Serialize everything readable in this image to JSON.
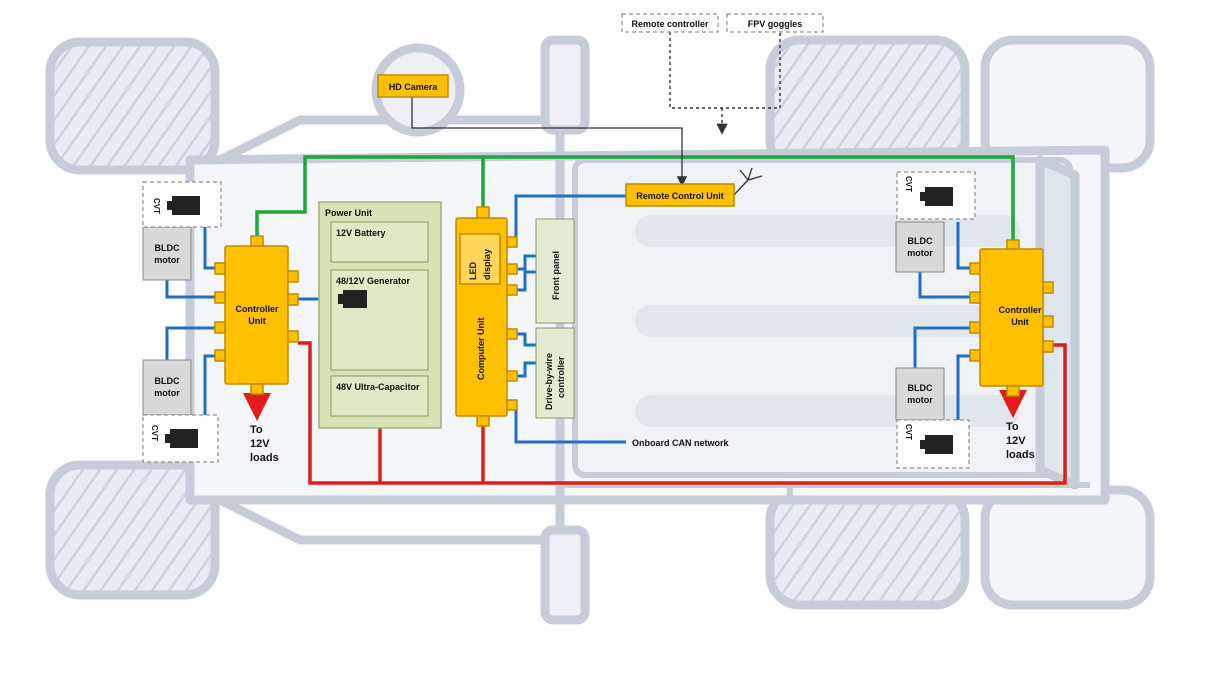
{
  "diagram": {
    "top_devices": {
      "remote_controller": "Remote controller",
      "fpv_goggles": "FPV goggles"
    },
    "hd_camera": "HD Camera",
    "remote_control_unit": "Remote Control Unit",
    "power_unit": {
      "title": "Power Unit",
      "battery": "12V Battery",
      "generator": "48/12V Generator",
      "ultracap": "48V Ultra-Capacitor"
    },
    "computer_unit": "Computer Unit",
    "led_display": [
      "LED",
      "display"
    ],
    "front_panel": "Front panel",
    "drive_by_wire": [
      "Drive-by-wire",
      "controller"
    ],
    "can_network": "Onboard CAN network",
    "controller_unit": [
      "Controller",
      "Unit"
    ],
    "bldc_motor": [
      "BLDC",
      "motor"
    ],
    "cvt": "CVT",
    "loads": [
      "To",
      "12V",
      "loads"
    ]
  },
  "colors": {
    "unit_fill": "#ffc000",
    "unit_stroke": "#c08a00",
    "green_wire": "#19a83a",
    "blue_wire": "#1f6fc4",
    "red_wire": "#e31b1b",
    "power_fill": "#d5e3b6",
    "vehicle": "#c7ccd9"
  }
}
